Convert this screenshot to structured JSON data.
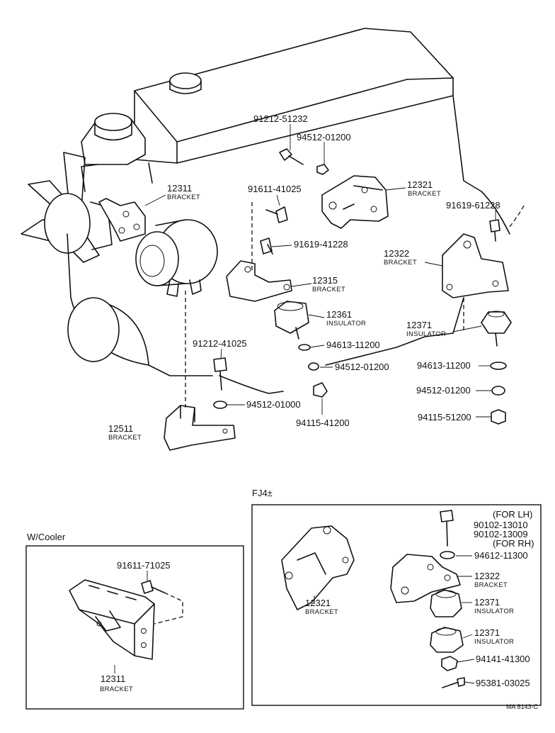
{
  "labels": {
    "p_91212_51232": "91212-51232",
    "p_94512_01200_top": "94512-01200",
    "p_12311": "12311",
    "n_12311": "BRACKET",
    "p_91611_41025": "91611-41025",
    "p_12321": "12321",
    "n_12321": "BRACKET",
    "p_91619_61228": "91619-61228",
    "p_91619_41228": "91619-41228",
    "p_12322": "12322",
    "n_12322": "BRACKET",
    "p_12315": "12315",
    "n_12315": "BRACKET",
    "p_12361": "12361",
    "n_12361": "INSULATOR",
    "p_12371": "12371",
    "n_12371": "INSULATOR",
    "p_91212_41025": "91212-41025",
    "p_94613_11200_mid": "94613-11200",
    "p_94512_01200_mid": "94512-01200",
    "p_94613_11200_right": "94613-11200",
    "p_94512_01000": "94512-01000",
    "p_94512_01200_right": "94512-01200",
    "p_12511": "12511",
    "n_12511": "BRACKET",
    "p_94115_41200_mid": "94115-41200",
    "p_94115_51200_right": "94115-51200"
  },
  "sections": {
    "fj4": {
      "title": "FJ4±",
      "for_lh": "(FOR LH)",
      "p_90102_13010": "90102-13010",
      "p_90102_13009": "90102-13009",
      "for_rh": "(FOR RH)",
      "p_94612_11300": "94612-11300",
      "p_12321": "12321",
      "n_12321": "BRACKET",
      "p_12322": "12322",
      "n_12322": "BRACKET",
      "p_12371_a": "12371",
      "n_12371_a": "INSULATOR",
      "p_12371_b": "12371",
      "n_12371_b": "INSULATOR",
      "p_94141_41300": "94141-41300",
      "p_95381_03025": "95381-03025"
    },
    "cooler": {
      "title": "W/Cooler",
      "p_91611_71025": "91611-71025",
      "p_12311": "12311",
      "n_12311": "BRACKET"
    }
  },
  "footer": {
    "code": "MA 8143-C"
  }
}
